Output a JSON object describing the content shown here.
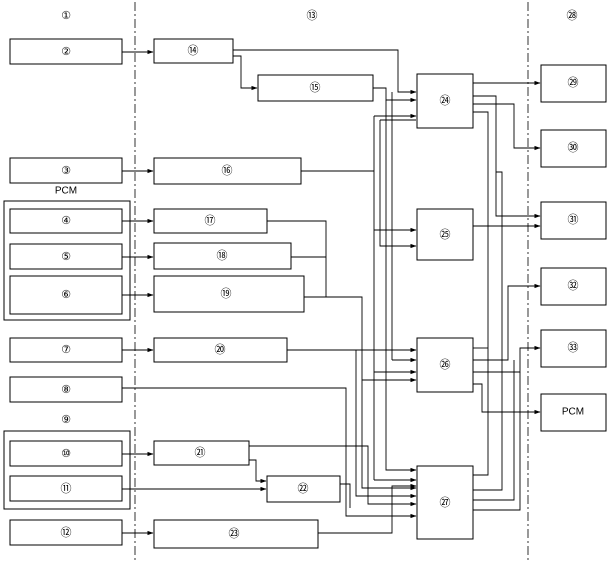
{
  "columns": {
    "left": "①",
    "middle": "⑬",
    "right": "㉘"
  },
  "groups": {
    "pcm_top": "PCM",
    "nine": "⑨"
  },
  "inputs": {
    "n2": "②",
    "n3": "③",
    "n4": "④",
    "n5": "⑤",
    "n6": "⑥",
    "n7": "⑦",
    "n8": "⑧",
    "n10": "⑩",
    "n11": "⑪",
    "n12": "⑫"
  },
  "modules": {
    "n14": "⑭",
    "n15": "⑮",
    "n16": "⑯",
    "n17": "⑰",
    "n18": "⑱",
    "n19": "⑲",
    "n20": "⑳",
    "n21": "㉑",
    "n22": "㉒",
    "n23": "㉓",
    "n24": "㉔",
    "n25": "㉕",
    "n26": "㉖",
    "n27": "㉗"
  },
  "outputs": {
    "n29": "㉙",
    "n30": "㉚",
    "n31": "㉛",
    "n32": "㉜",
    "n33": "㉝",
    "pcm": "PCM"
  }
}
